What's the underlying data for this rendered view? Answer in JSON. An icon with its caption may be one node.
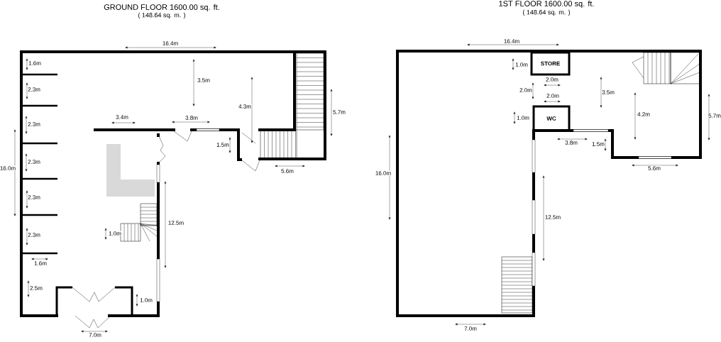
{
  "diagram": {
    "nodes": [
      {
        "text": [
          "STORE"
        ]
      },
      {
        "text": [
          "WC"
        ]
      }
    ],
    "labels": [
      "GROUND FLOOR 1600.00 sq. ft.",
      "( 148.64 sq. m. )",
      "1ST FLOOR 1600.00 sq. ft.",
      "( 148.64 sq. m. )",
      "16.4m",
      "1.6m",
      "2.3m",
      "2.3m",
      "2.3m",
      "2.3m",
      "2.3m",
      "16.0m",
      "3.5m",
      "4.3m",
      "5.7m",
      "3.4m",
      "3.8m",
      "1.5m",
      "5.6m",
      "12.5m",
      "1.0m",
      "1.6m",
      "2.5m",
      "1.0m",
      "7.0m",
      "16.4m",
      "1.0m",
      "2.0m",
      "2.0m",
      "2.0m",
      "3.5m",
      "4.2m",
      "5.7m",
      "1.0m",
      "3.8m",
      "1.5m",
      "5.6m",
      "16.0m",
      "12.5m",
      "7.0m"
    ]
  }
}
